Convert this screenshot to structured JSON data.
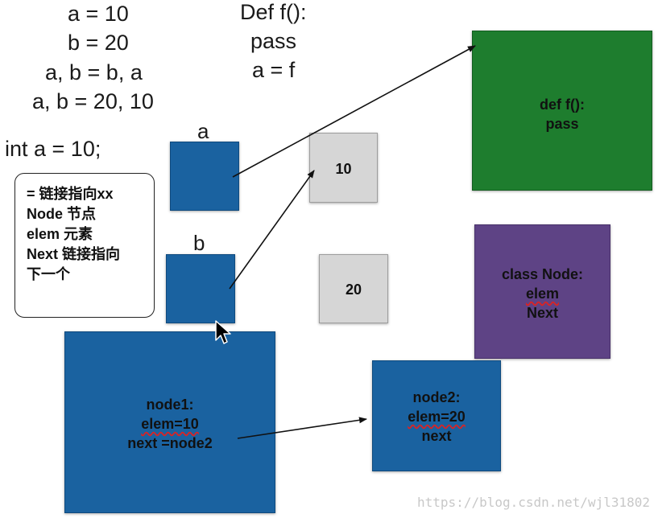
{
  "code_left": [
    "a = 10",
    "b = 20",
    "a, b = b, a",
    "a, b = 20, 10"
  ],
  "code_right": [
    "Def f():",
    "pass",
    "a = f"
  ],
  "int_line": "int a = 10;",
  "labels": {
    "a": "a",
    "b": "b"
  },
  "legend": [
    "= 链接指向xx",
    "Node 节点",
    "elem 元素",
    "Next 链接指向",
    "下一个"
  ],
  "values": {
    "ten": "10",
    "twenty": "20"
  },
  "func_box": [
    "def f():",
    "pass"
  ],
  "class_box": {
    "line1": "class Node:",
    "line2": "elem",
    "line3": "Next"
  },
  "node1": [
    "node1:",
    "elem=10",
    "next =node2"
  ],
  "node2": [
    "node2:",
    "elem=20",
    "next"
  ],
  "watermark": "https://blog.csdn.net/wjl31802",
  "colors": {
    "blue": "#1a62a0",
    "gray": "#d6d6d6",
    "green": "#1e7d2e",
    "purple": "#5e4385"
  }
}
